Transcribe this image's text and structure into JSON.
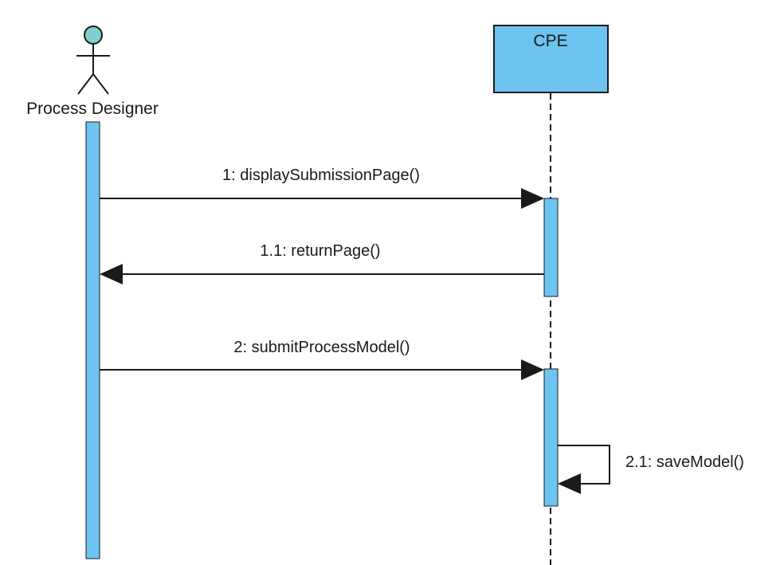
{
  "diagram": {
    "type": "sequence",
    "colors": {
      "fill": "#6EC4F0",
      "actor_head": "#7FCFCF",
      "stroke": "#1A1A1A",
      "background": "#FFFFFF"
    },
    "participants": [
      {
        "id": "designer",
        "kind": "actor",
        "name": "Process Designer"
      },
      {
        "id": "cpe",
        "kind": "object",
        "name": "CPE"
      }
    ],
    "messages": [
      {
        "label": "1: displaySubmissionPage()",
        "from": "designer",
        "to": "cpe",
        "kind": "call"
      },
      {
        "label": "1.1: returnPage()",
        "from": "cpe",
        "to": "designer",
        "kind": "return"
      },
      {
        "label": "2: submitProcessModel()",
        "from": "designer",
        "to": "cpe",
        "kind": "call"
      },
      {
        "label": "2.1: saveModel()",
        "from": "cpe",
        "to": "cpe",
        "kind": "self"
      }
    ]
  }
}
